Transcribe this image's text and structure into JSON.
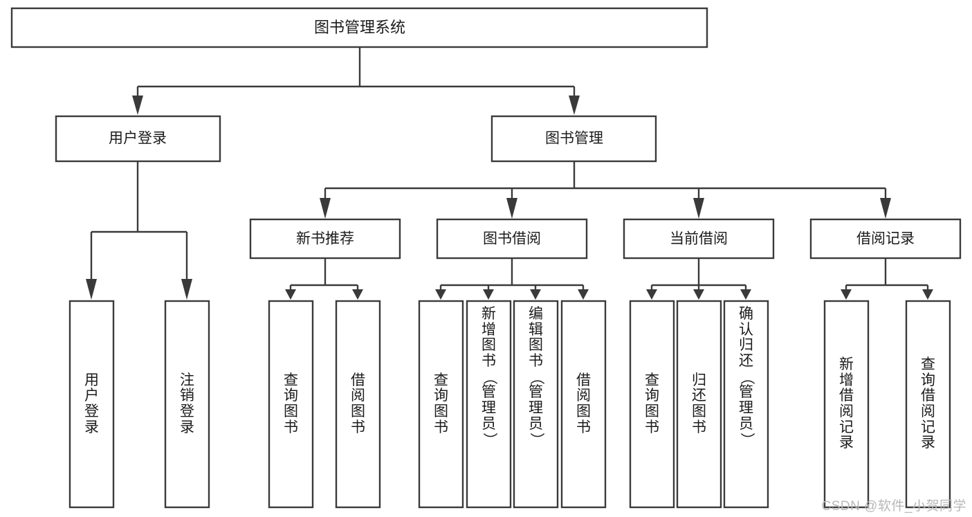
{
  "diagram": {
    "title": "图书管理系统",
    "type": "tree-hierarchy-chart",
    "watermark": "CSDN @软件_小贺同学",
    "colors": {
      "stroke": "#3a3a3a",
      "box_fill": "#ffffff",
      "text": "#1b1b1b",
      "watermark": "#b8b8b8",
      "background": "#ffffff"
    },
    "root": {
      "id": "root",
      "label": "图书管理系统"
    },
    "level2": [
      {
        "id": "user-login",
        "label": "用户登录"
      },
      {
        "id": "book-management",
        "label": "图书管理"
      }
    ],
    "level3": [
      {
        "id": "new-book-recommend",
        "label": "新书推荐"
      },
      {
        "id": "book-borrow",
        "label": "图书借阅"
      },
      {
        "id": "current-borrow",
        "label": "当前借阅"
      },
      {
        "id": "borrow-record",
        "label": "借阅记录"
      }
    ],
    "leaves": [
      {
        "id": "leaf-user-login",
        "parent": "user-login",
        "label": "用户登录"
      },
      {
        "id": "leaf-logout-login",
        "parent": "user-login",
        "label": "注销登录"
      },
      {
        "id": "leaf-query-book-1",
        "parent": "new-book-recommend",
        "label": "查询图书"
      },
      {
        "id": "leaf-borrow-book-1",
        "parent": "new-book-recommend",
        "label": "借阅图书"
      },
      {
        "id": "leaf-query-book-2",
        "parent": "book-borrow",
        "label": "查询图书"
      },
      {
        "id": "leaf-add-book-admin",
        "parent": "book-borrow",
        "label": "新增图书（管理员）"
      },
      {
        "id": "leaf-edit-book-admin",
        "parent": "book-borrow",
        "label": "编辑图书（管理员）"
      },
      {
        "id": "leaf-borrow-book-2",
        "parent": "book-borrow",
        "label": "借阅图书"
      },
      {
        "id": "leaf-query-book-3",
        "parent": "current-borrow",
        "label": "查询图书"
      },
      {
        "id": "leaf-return-book",
        "parent": "current-borrow",
        "label": "归还图书"
      },
      {
        "id": "leaf-confirm-return-admin",
        "parent": "current-borrow",
        "label": "确认归还（管理员）"
      },
      {
        "id": "leaf-add-borrow-record",
        "parent": "borrow-record",
        "label": "新增借阅记录"
      },
      {
        "id": "leaf-query-borrow-record",
        "parent": "borrow-record",
        "label": "查询借阅记录"
      }
    ]
  }
}
